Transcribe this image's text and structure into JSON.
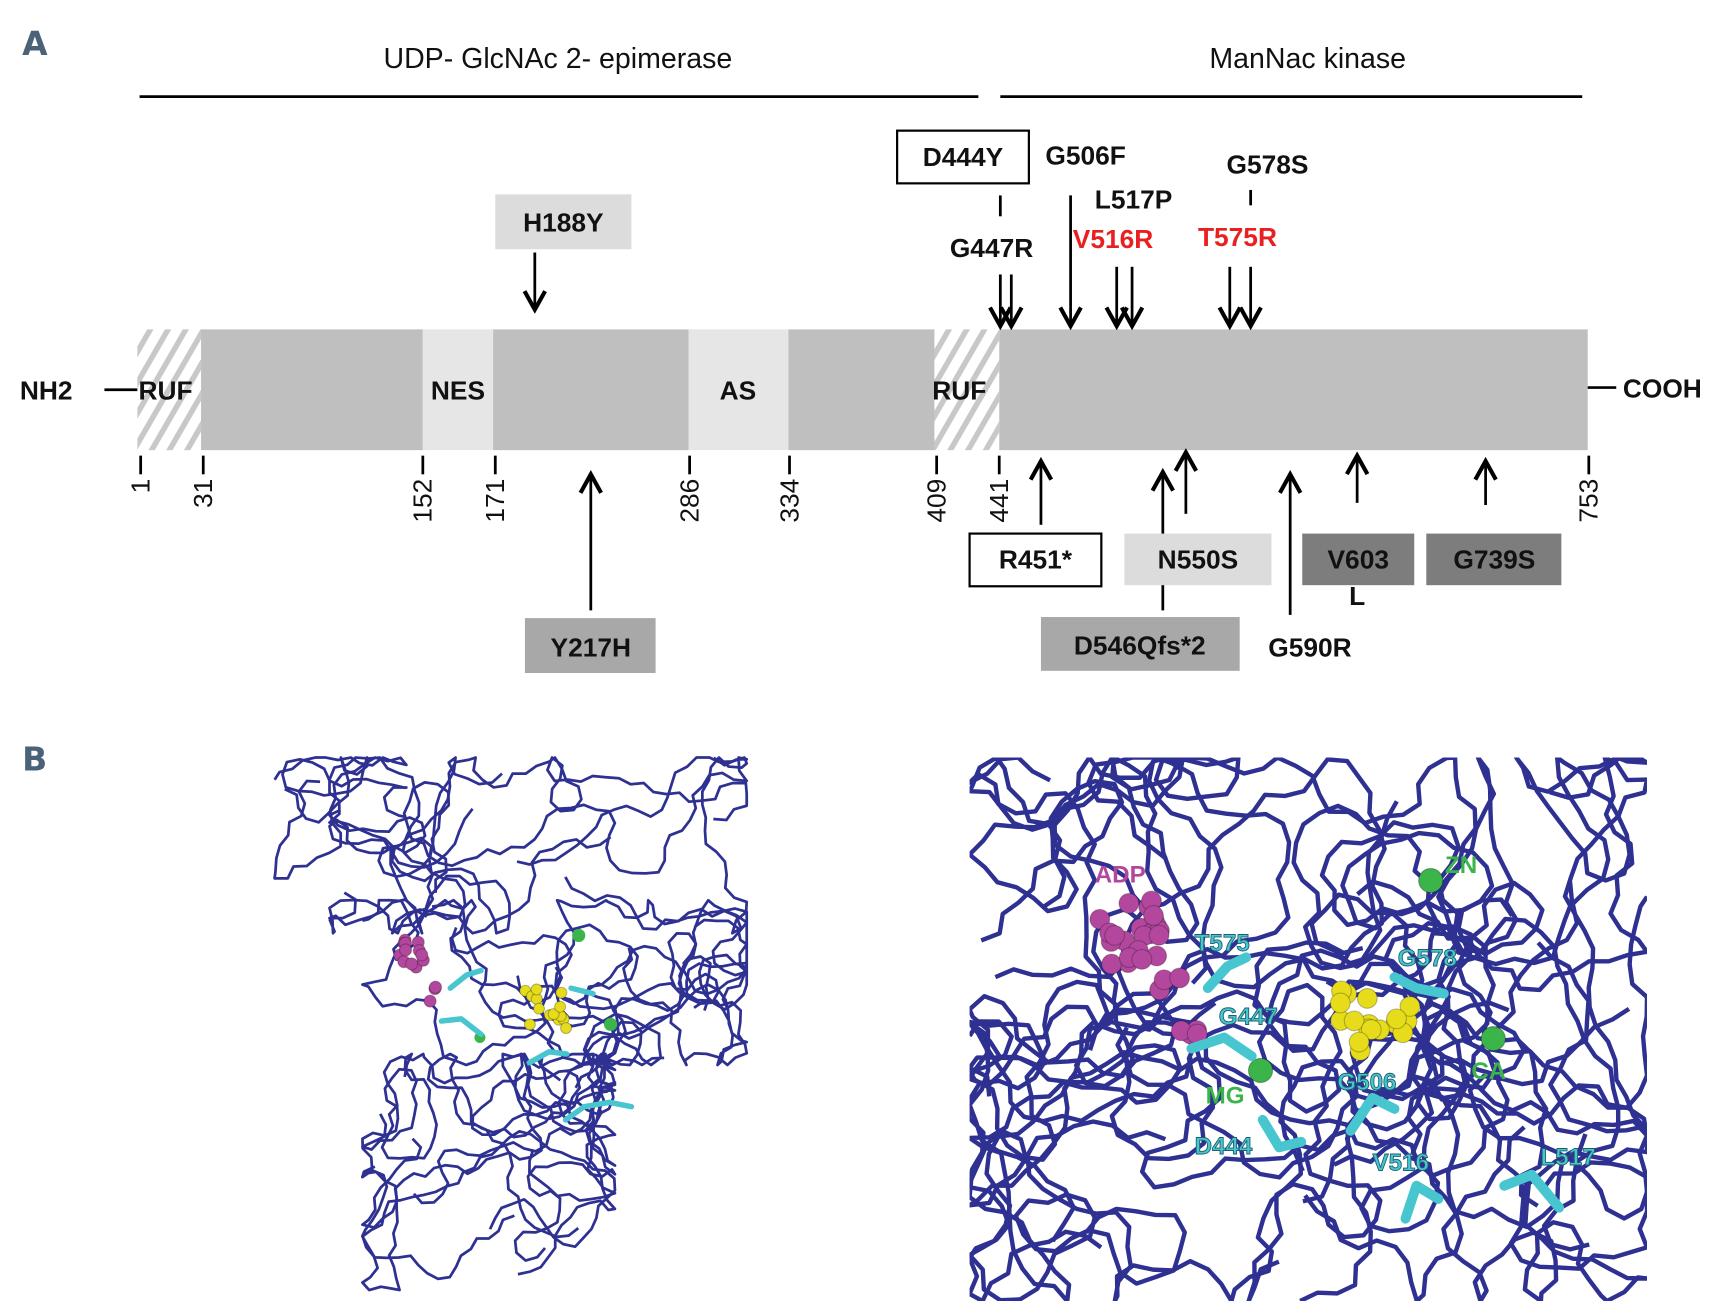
{
  "panel_a": {
    "letter": "A",
    "domains": {
      "epimerase": "UDP- GlcNAc 2- epimerase",
      "kinase": "ManNac kinase"
    },
    "termini": {
      "n": "NH2",
      "c": "COOH"
    },
    "regions": {
      "ruf1": "RUF",
      "nes": "NES",
      "as": "AS",
      "ruf2": "RUF"
    },
    "positions": [
      "1",
      "31",
      "152",
      "171",
      "286",
      "334",
      "409",
      "441",
      "753"
    ],
    "mutations_above": {
      "h188y": "H188Y",
      "d444y": "D444Y",
      "g506f": "G506F",
      "l517p": "L517P",
      "g578s": "G578S",
      "g447r": "G447R",
      "v516r": "V516R",
      "t575r": "T575R"
    },
    "mutations_below": {
      "y217h": "Y217H",
      "r451": "R451*",
      "n550s": "N550S",
      "d546": "D546Qfs*2",
      "g590r": "G590R",
      "v603": "V603",
      "v603_suffix": "L",
      "g739s": "G739S"
    },
    "colors": {
      "bar": "#c0bfc0",
      "light_region": "#e6e6e6",
      "box_light": "#dcdcdc",
      "box_mid": "#a8a8a8",
      "box_dark": "#7d7d7d",
      "red": "#e8201f"
    }
  },
  "panel_b": {
    "letter": "B",
    "labels": {
      "adp": "ADP",
      "zn": "ZN",
      "t575": "T575",
      "g578": "G578",
      "g447": "G447",
      "ca": "CA",
      "mg": "MG",
      "g506": "G506",
      "d444": "D444",
      "v516": "V516",
      "l517": "L517"
    },
    "colors": {
      "backbone": "#2e3192",
      "ligand": "#b3479e",
      "ion": "#3bb54a",
      "residue": "#48c6cf",
      "cluster": "#e6dc1c"
    }
  }
}
